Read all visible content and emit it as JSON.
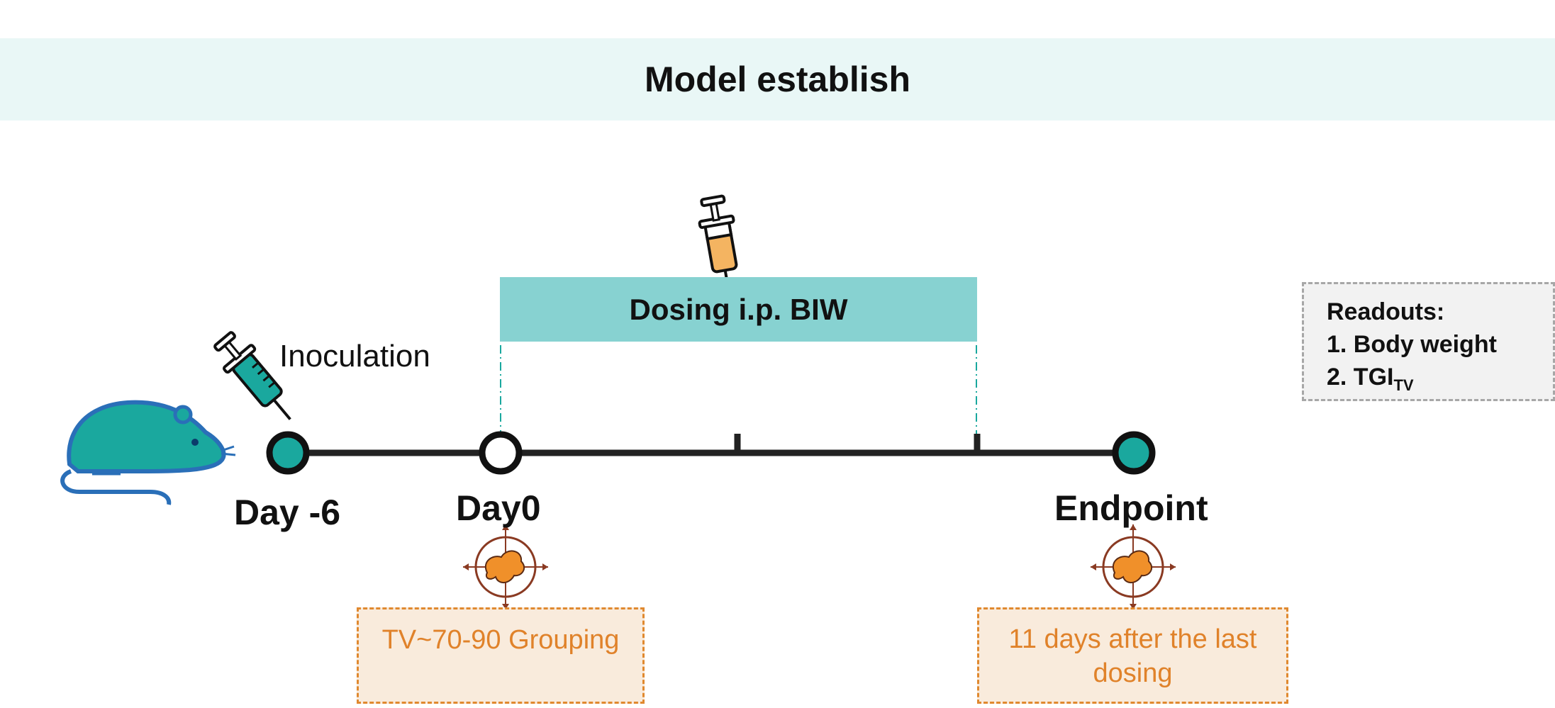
{
  "header": {
    "title": "Model establish"
  },
  "dosing": {
    "label": "Dosing i.p. BIW"
  },
  "inoculation": {
    "label": "Inoculation"
  },
  "timeline": {
    "points": [
      {
        "label": "Day -6",
        "style": "filled"
      },
      {
        "label": "Day0",
        "style": "hollow"
      },
      {
        "label": "Endpoint",
        "style": "filled"
      }
    ]
  },
  "boxes": {
    "grouping": "TV~70-90 Grouping",
    "after_line1": "11 days after the last",
    "after_line2": "dosing"
  },
  "readouts": {
    "title": "Readouts:",
    "item1": "1. Body weight",
    "item2_prefix": "2. TGI",
    "item2_sub": "TV"
  },
  "colors": {
    "teal": "#1aa89e",
    "teal_light": "#87d2d1",
    "banner": "#e9f7f6",
    "mouse_outline": "#2a6fb8",
    "orange": "#e0892f",
    "tumor": "#f0902a"
  },
  "icons": [
    "mouse-icon",
    "syringe-icon",
    "tumor-target-icon"
  ]
}
